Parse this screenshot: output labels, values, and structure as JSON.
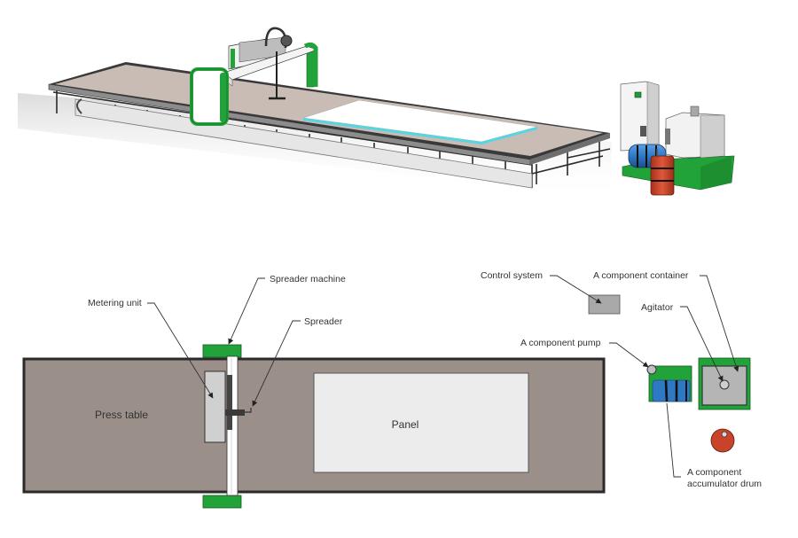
{
  "figure": {
    "top_view_3d": {
      "title": "3D render of press table with spreader machine and A component supply unit"
    },
    "plan_view": {
      "regions": {
        "press_table": "Press table",
        "panel": "Panel"
      },
      "callouts": {
        "spreader_machine": "Spreader machine",
        "metering_unit": "Metering unit",
        "spreader": "Spreader",
        "control_system": "Control system",
        "a_component_container": "A component container",
        "agitator": "Agitator",
        "a_component_pump": "A component pump",
        "a_component_accumulator_drum_line1": "A component",
        "a_component_accumulator_drum_line2": "accumulator drum"
      }
    },
    "colors": {
      "table_surface": "#9b8f8a",
      "table_surface_3d": "#c8bcb4",
      "panel_fill": "#ececec",
      "frame_green": "#22a33a",
      "drum_blue": "#2f78c4",
      "drum_red": "#c9432a",
      "panel_edge_cyan": "#55d6e0",
      "control_box": "#a9a9a9"
    }
  }
}
